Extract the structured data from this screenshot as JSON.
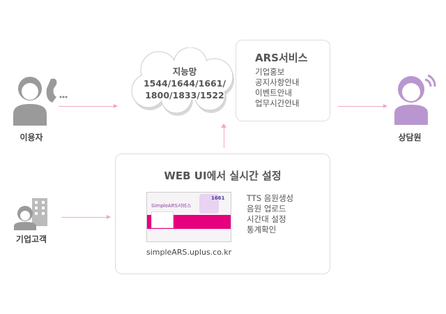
{
  "user": {
    "label": "이용자"
  },
  "agent": {
    "label": "상담원"
  },
  "corp": {
    "label": "기업고객"
  },
  "cloud": {
    "title": "지능망",
    "line1": "1544/1644/1661/",
    "line2": "1800/1833/1522"
  },
  "ars": {
    "title": "ARS서비스",
    "items": [
      "기업홍보",
      "공지사항안내",
      "이벤트안내",
      "업무시간안내"
    ]
  },
  "web": {
    "title": "WEB UI에서 실시간 설정",
    "url": "simpleARS.uplus.co.kr",
    "items": [
      "TTS 음원생성",
      "음원 업로드",
      "시간대 설정",
      "통계확인"
    ],
    "thumb_brand": "SimpleARS서비스",
    "thumb_number": "1661"
  },
  "colors": {
    "accent": "#e6007e",
    "arrow": "#f0a8c8",
    "agent": "#b996cf",
    "user": "#9a9a9a"
  }
}
